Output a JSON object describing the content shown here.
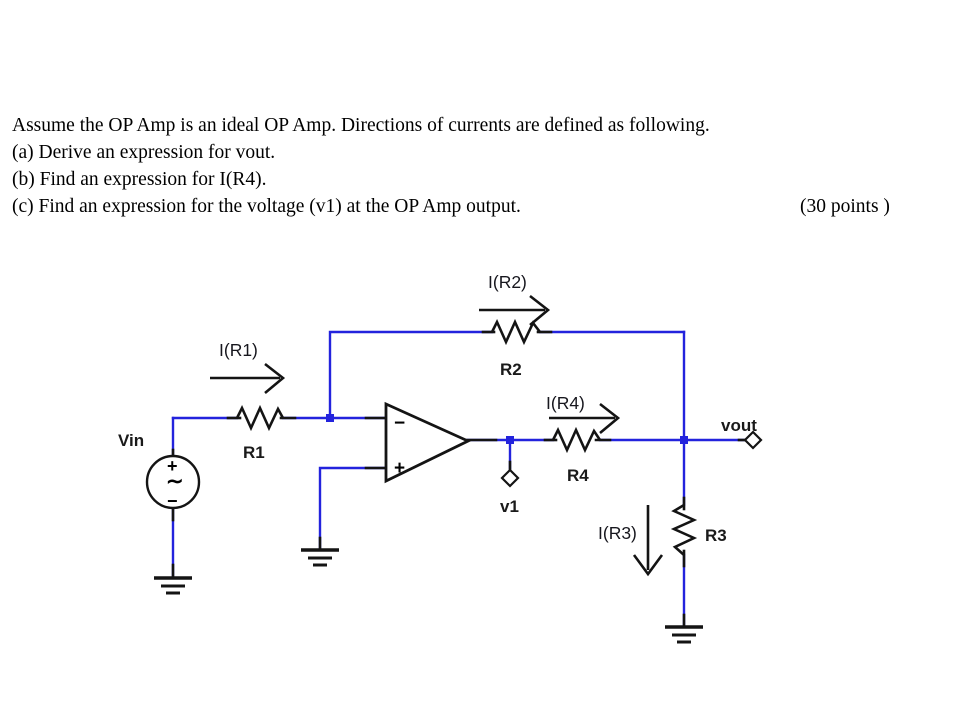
{
  "problem": {
    "lines": [
      {
        "text": "Assume the OP Amp is an ideal OP Amp. Directions of currents are defined as following.",
        "points": ""
      },
      {
        "text": "(a)  Derive an expression for vout.",
        "points": ""
      },
      {
        "text": "(b)  Find an expression for I(R4).",
        "points": ""
      },
      {
        "text": "(c)  Find an expression for the voltage (v1) at the OP Amp output.",
        "points": "(30 points )"
      }
    ]
  },
  "circuit": {
    "title": "op-amp-circuit",
    "wire_color": "#2323dd",
    "component_color": "#000000",
    "labels": {
      "vin": "Vin",
      "r1": "R1",
      "r2": "R2",
      "r3": "R3",
      "r4": "R4",
      "vout": "vout",
      "v1": "v1",
      "i_r1": "I(R1)",
      "i_r2": "I(R2)",
      "i_r3": "I(R3)",
      "i_r4": "I(R4)",
      "opamp_inverting": "−",
      "opamp_noninverting": "+",
      "source_plus": "+",
      "source_minus": "−",
      "source_wave": "∼"
    }
  }
}
